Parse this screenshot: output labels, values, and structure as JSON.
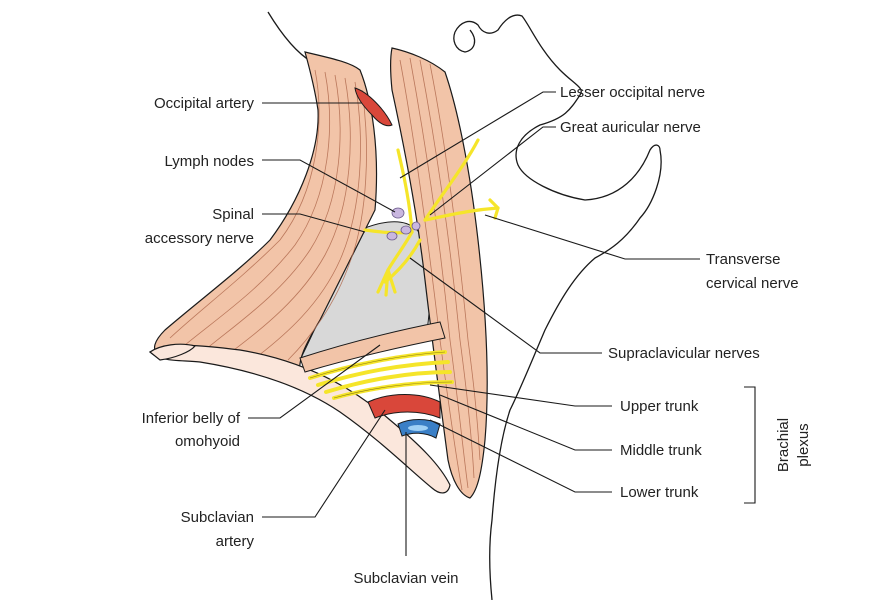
{
  "labels": {
    "occipital_artery": "Occipital artery",
    "lymph_nodes": "Lymph nodes",
    "spinal_accessory_1": "Spinal",
    "spinal_accessory_2": "accessory nerve",
    "inferior_belly_1": "Inferior belly of",
    "inferior_belly_2": "omohyoid",
    "subclavian_artery_1": "Subclavian",
    "subclavian_artery_2": "artery",
    "subclavian_vein": "Subclavian vein",
    "lesser_occipital": "Lesser occipital nerve",
    "great_auricular": "Great auricular nerve",
    "transverse_cervical_1": "Transverse",
    "transverse_cervical_2": "cervical nerve",
    "supraclavicular": "Supraclavicular nerves",
    "upper_trunk": "Upper trunk",
    "middle_trunk": "Middle trunk",
    "lower_trunk": "Lower trunk",
    "brachial_1": "Brachial",
    "brachial_2": "plexus"
  },
  "colors": {
    "muscle": "#f2c4a8",
    "muscle_fiber": "#b06a4e",
    "triangle_floor": "#d8d8d8",
    "nerve": "#f5e52a",
    "artery": "#d9473a",
    "vein": "#3a7fc6",
    "lymph_node": "#c9b7e0"
  }
}
